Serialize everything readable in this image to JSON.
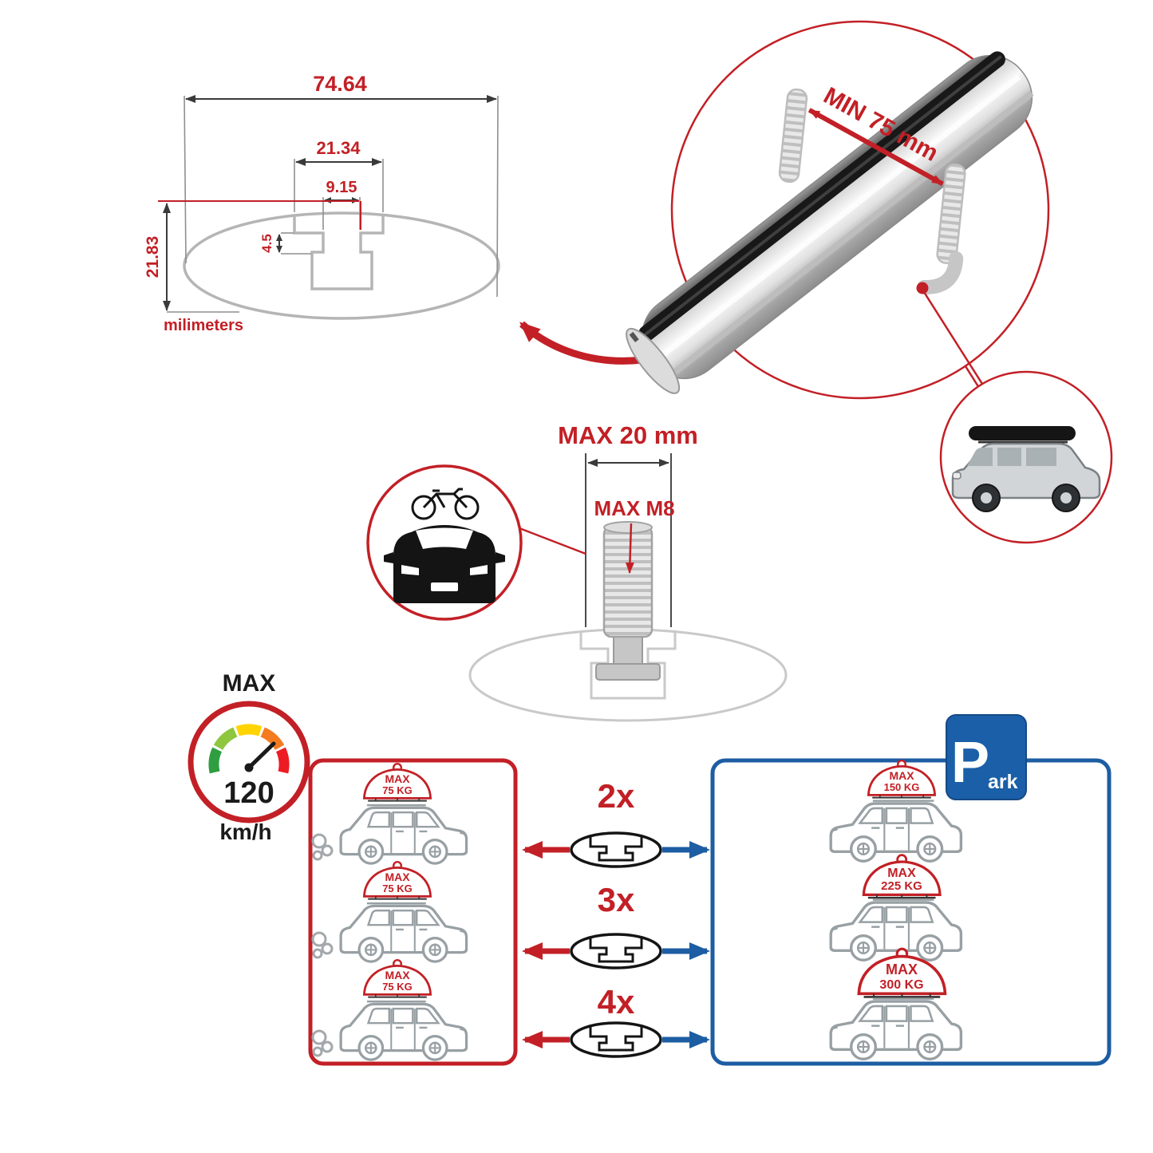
{
  "colors": {
    "accent_red": "#c22026",
    "accent_blue": "#1c5da3",
    "drawing_gray": "#b5b5b5",
    "ink": "#1a1a1a"
  },
  "cross_section": {
    "total_width": "74.64",
    "channel_outer_width": "21.34",
    "channel_inner_width": "9.15",
    "channel_depth": "4.5",
    "total_height": "21.83",
    "units_label": "milimeters"
  },
  "bar_detail": {
    "min_spacing_label": "MIN 75 mm"
  },
  "tbolt": {
    "max_length_label": "MAX 20 mm",
    "max_thread_label": "MAX M8"
  },
  "speed_limit": {
    "label": "MAX",
    "value": "120",
    "unit": "km/h"
  },
  "parking_sign": {
    "letter": "P",
    "suffix": "ark"
  },
  "left_panel": {
    "cars": [
      {
        "bag_label": "MAX",
        "bag_load": "75 KG"
      },
      {
        "bag_label": "MAX",
        "bag_load": "75 KG"
      },
      {
        "bag_label": "MAX",
        "bag_load": "75 KG"
      }
    ]
  },
  "right_panel": {
    "cars": [
      {
        "bag_label": "MAX",
        "bag_load": "150 KG"
      },
      {
        "bag_label": "MAX",
        "bag_load": "225 KG"
      },
      {
        "bag_label": "MAX",
        "bag_load": "300 KG"
      }
    ]
  },
  "multipliers": [
    {
      "count": "2x"
    },
    {
      "count": "3x"
    },
    {
      "count": "4x"
    }
  ]
}
